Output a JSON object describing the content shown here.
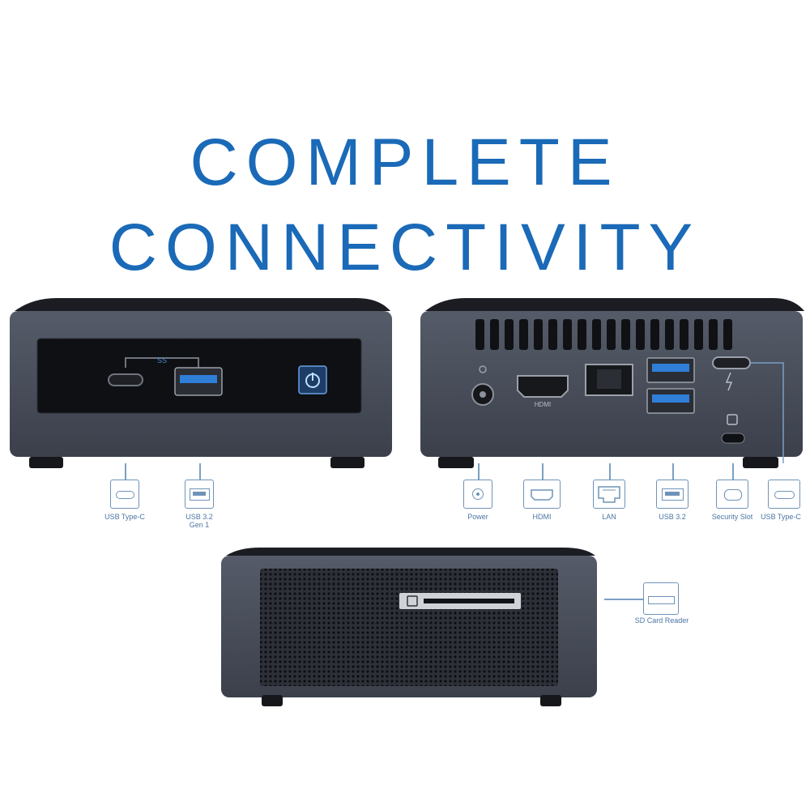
{
  "headline": {
    "line1": "COMPLETE",
    "line2": "CONNECTIVITY"
  },
  "front_view": {
    "ports": [
      {
        "icon": "usb-type-c-icon",
        "label": "USB Type-C"
      },
      {
        "icon": "usb-a-icon",
        "label": "USB 3.2\nGen 1"
      }
    ],
    "panel_mark": "SS"
  },
  "rear_view": {
    "ports": [
      {
        "icon": "power-jack-icon",
        "label": "Power"
      },
      {
        "icon": "hdmi-icon",
        "label": "HDMI"
      },
      {
        "icon": "lan-icon",
        "label": "LAN"
      },
      {
        "icon": "usb-a-icon",
        "label": "USB 3.2"
      },
      {
        "icon": "security-slot-icon",
        "label": "Security Slot"
      },
      {
        "icon": "usb-type-c-icon",
        "label": "USB Type-C"
      }
    ],
    "hdmi_mark": "HDMI"
  },
  "side_view": {
    "ports": [
      {
        "icon": "sd-card-reader-icon",
        "label": "SD Card Reader"
      }
    ]
  },
  "colors": {
    "accent": "#1a6ab8",
    "chassis": "#474d5a",
    "label": "#4b75a3"
  }
}
